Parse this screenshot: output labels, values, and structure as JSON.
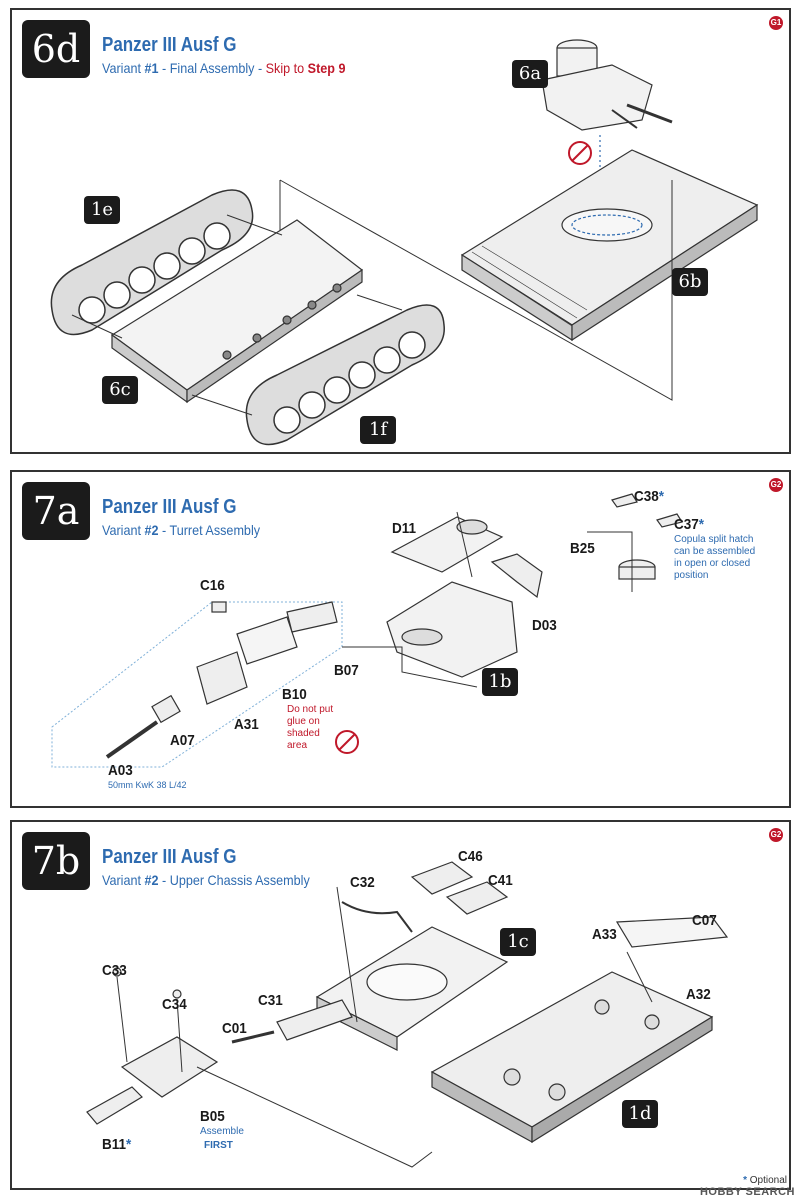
{
  "steps": [
    {
      "number": "6d",
      "badge": "G1",
      "title": "Panzer III Ausf G",
      "subtitle_variant_prefix": "Variant ",
      "subtitle_variant_num": "#1",
      "subtitle_desc": " - Final Assembly - ",
      "subtitle_skip": "Skip to ",
      "subtitle_skip_step": "Step 9",
      "tags": [
        "6a",
        "6b",
        "1e",
        "6c",
        "1f"
      ]
    },
    {
      "number": "7a",
      "badge": "G2",
      "title": "Panzer III Ausf G",
      "subtitle_variant_prefix": "Variant ",
      "subtitle_variant_num": "#2",
      "subtitle_desc": " - Turret Assembly",
      "tags": [
        "1b"
      ],
      "parts": {
        "d11": "D11",
        "c38": "C38",
        "c37": "C37",
        "b25": "B25",
        "c16": "C16",
        "d03": "D03",
        "b07": "B07",
        "a31": "A31",
        "b10": "B10",
        "a07": "A07",
        "a03": "A03"
      },
      "notes": {
        "copula": "Copula split hatch can be assembled in open or closed position",
        "glue": "Do not put glue on shaded area",
        "gun": "50mm KwK 38 L/42"
      }
    },
    {
      "number": "7b",
      "badge": "G2",
      "title": "Panzer III Ausf G",
      "subtitle_variant_prefix": "Variant ",
      "subtitle_variant_num": "#2",
      "subtitle_desc": " - Upper Chassis Assembly",
      "tags": [
        "1c",
        "1d"
      ],
      "parts": {
        "c46": "C46",
        "c41": "C41",
        "c32": "C32",
        "a33": "A33",
        "c07": "C07",
        "a32": "A32",
        "c33": "C33",
        "c34": "C34",
        "c31": "C31",
        "c01": "C01",
        "b05": "B05",
        "b11": "B11"
      },
      "notes": {
        "assemble": "Assemble",
        "first": "FIRST"
      }
    }
  ],
  "legend": {
    "star": "*",
    "optional": "Optional"
  },
  "star": "*",
  "watermark": "HOBBY SEARCH",
  "colors": {
    "step_box": "#1b1b1b",
    "title_blue": "#2e6bb0",
    "warning_red": "#c0182a"
  }
}
